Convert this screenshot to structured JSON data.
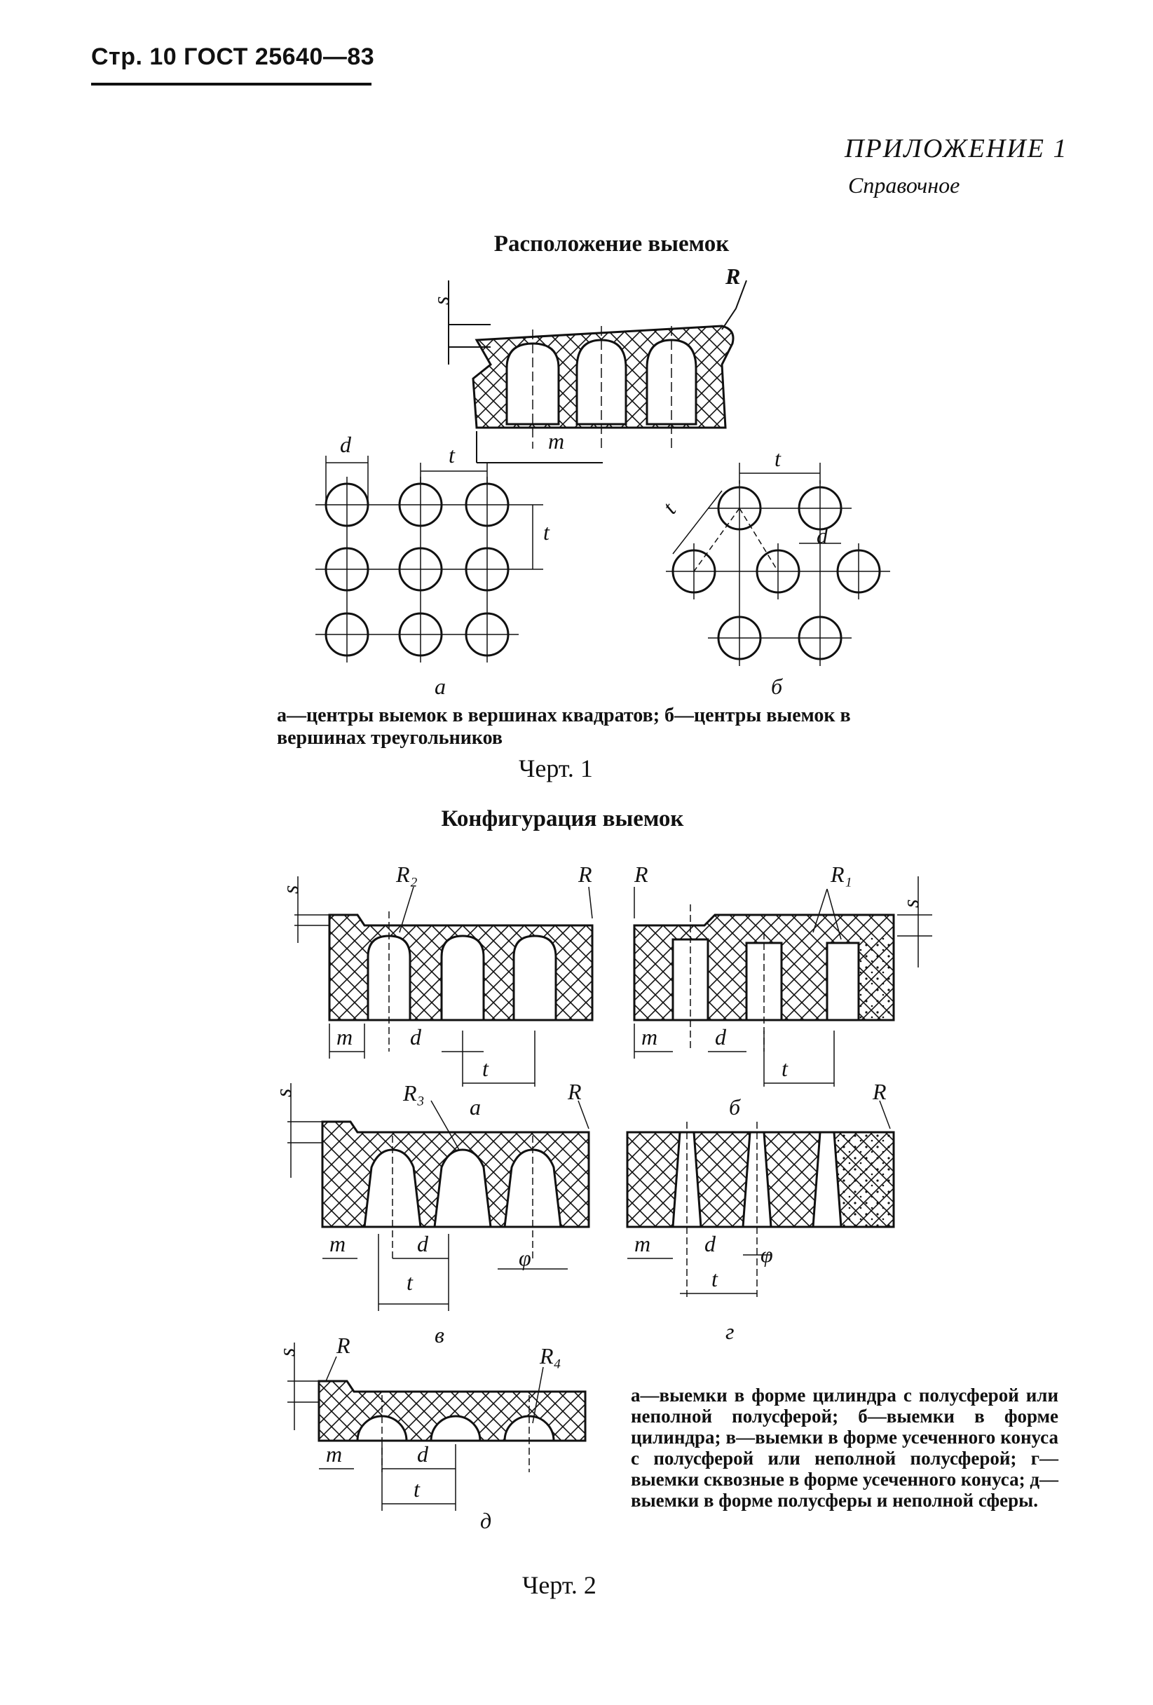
{
  "header": {
    "page_ref": "Стр. 10 ГОСТ 25640—83"
  },
  "appendix": {
    "title": "ПРИЛОЖЕНИЕ 1",
    "subtitle": "Справочное"
  },
  "figure1": {
    "title": "Расположение выемок",
    "caption": "а—центры выемок в вершинах квадратов; б—центры выемок в вершинах треугольников",
    "label": "Черт. 1",
    "sub_labels": [
      "а",
      "б"
    ],
    "dim_labels": [
      "R",
      "s",
      "m",
      "d",
      "t"
    ]
  },
  "figure2": {
    "title": "Конфигурация выемок",
    "caption": "а—выемки в форме цилиндра с полусферой или неполной полусферой; б—выемки в форме цилиндра; в—выемки в форме усеченного конуса с полусферой или неполной полусферой; г—выемки сквозные в форме усеченного конуса; д—выемки в форме полусферы и неполной сферы.",
    "label": "Черт. 2",
    "sub_labels": [
      "а",
      "б",
      "в",
      "г",
      "д"
    ],
    "radius_labels": [
      "R₁",
      "R₂",
      "R₃",
      "R₄"
    ],
    "angle_label": "φ"
  }
}
